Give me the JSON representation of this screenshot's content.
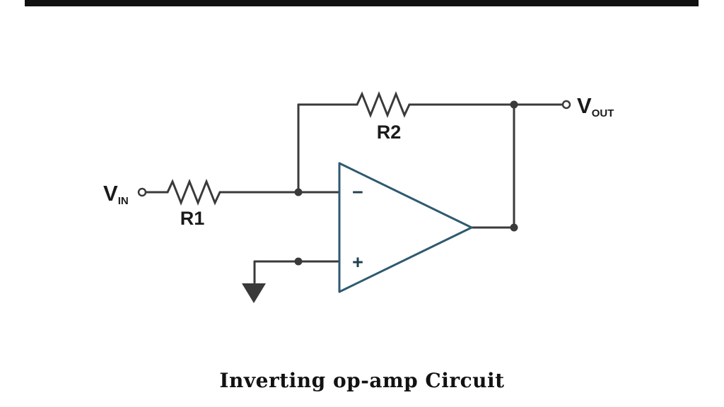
{
  "title": "Inverting op-amp Circuit",
  "labels": {
    "vin_main": "V",
    "vin_sub": "IN",
    "vout_main": "V",
    "vout_sub": "OUT",
    "r1": "R1",
    "r2": "R2",
    "opamp_minus": "−",
    "opamp_plus": "+"
  },
  "colors": {
    "wire": "#3a3a3a",
    "opamp": "#2e5a70",
    "text": "#1a1a1a",
    "bar": "#111111"
  }
}
